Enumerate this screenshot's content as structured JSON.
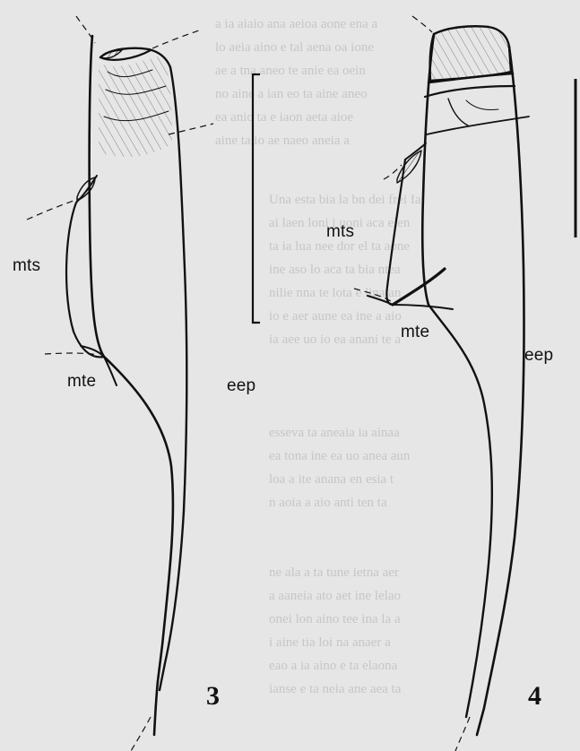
{
  "figure": {
    "labels": {
      "mts_3": "mts",
      "mte_3": "mte",
      "eep_3": "eep",
      "mts_4": "mts",
      "mte_4": "mte",
      "eep_4": "eep"
    },
    "panels": {
      "left": "3",
      "right": "4"
    }
  },
  "colors": {
    "background": "#e6e6e6",
    "ink": "#111111",
    "bleed_text": "#c6c6c6"
  }
}
